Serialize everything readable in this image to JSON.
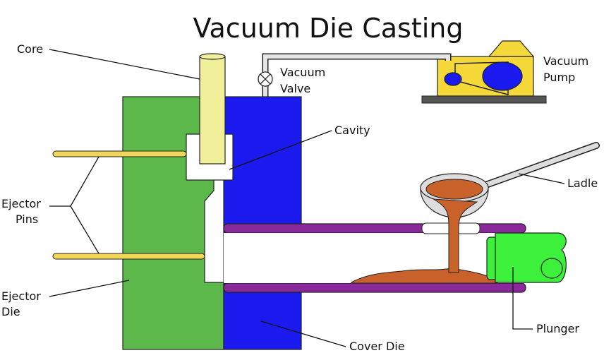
{
  "title": "Vacuum Die Casting",
  "labels": {
    "core": "Core",
    "vacuum_valve_line1": "Vacuum",
    "vacuum_valve_line2": "Valve",
    "vacuum_pump_line1": "Vacuum",
    "vacuum_pump_line2": "Pump",
    "cavity": "Cavity",
    "ladle": "Ladle",
    "ejector_pins_line1": "Ejector",
    "ejector_pins_line2": "Pins",
    "ejector_die_line1": "Ejector",
    "ejector_die_line2": "Die",
    "plunger": "Plunger",
    "cover_die": "Cover Die"
  },
  "colors": {
    "ejector_die": "#5cb84a",
    "cover_die": "#1a1aee",
    "core": "#f0f09a",
    "vacuum_pump": "#f5d93a",
    "pump_base": "#555555",
    "shot_sleeve": "#8a2a9a",
    "molten_metal": "#c8612a",
    "plunger": "#3cf03c",
    "ejector_pin": "#f2d65a",
    "ladle": "#dddddd",
    "vacuum_line": "#e6e6e6"
  },
  "icons": {
    "vacuum_valve": "valve-x-icon"
  }
}
